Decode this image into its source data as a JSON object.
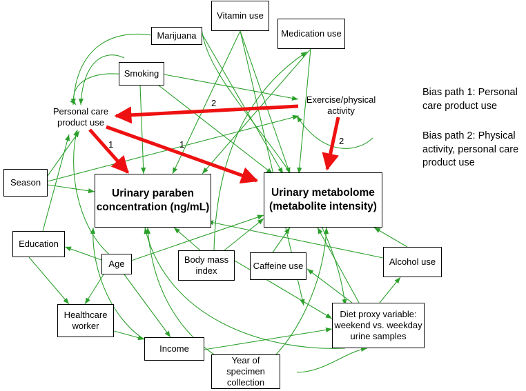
{
  "nodes": {
    "vitamin": "Vitamin use",
    "marijuana": "Marijuana",
    "medication": "Medication use",
    "smoking": "Smoking",
    "exercise": "Exercise/physical activity",
    "personal_care": "Personal care product use",
    "season": "Season",
    "paraben": "Urinary paraben concentration (ng/mL)",
    "metabolome": "Urinary metabolome (metabolite intensity)",
    "education": "Education",
    "age": "Age",
    "bmi": "Body mass index",
    "caffeine": "Caffeine use",
    "alcohol": "Alcohol use",
    "healthcare": "Healthcare worker",
    "diet": "Diet proxy variable: weekend vs. weekday urine samples",
    "income": "Income",
    "year": "Year of specimen collection"
  },
  "path_labels": {
    "a": "1",
    "b": "1",
    "c": "2",
    "d": "2"
  },
  "bias_paths": {
    "path1": "Bias path 1: Personal care product use",
    "path2": "Bias path 2: Physical activity, personal care product use"
  },
  "colors": {
    "edge": "#2ca02c",
    "bias_edge": "#ee1111",
    "node_border": "#000000"
  }
}
